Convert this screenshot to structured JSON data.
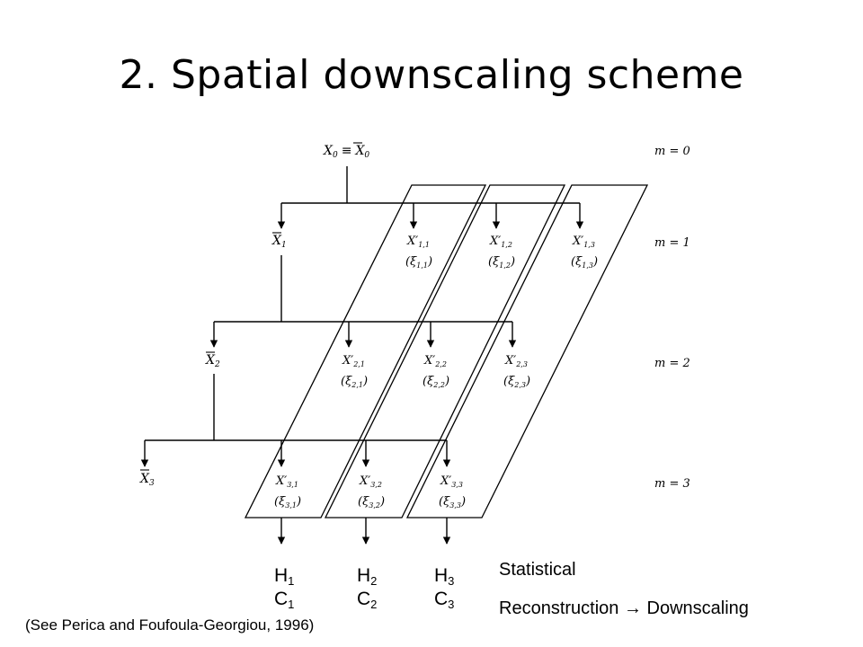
{
  "title": "2. Spatial downscaling scheme",
  "levels": [
    "m = 0",
    "m = 1",
    "m = 2",
    "m = 3"
  ],
  "root": {
    "lhs": "X",
    "lhs_sub": "0",
    "equiv": "≡",
    "rhs": "X",
    "rhs_sub": "0"
  },
  "means": [
    {
      "sym": "X",
      "sub": "1"
    },
    {
      "sym": "X",
      "sub": "2"
    },
    {
      "sym": "X",
      "sub": "3"
    }
  ],
  "fluct": [
    {
      "sym": "X′",
      "sub": "1,1",
      "xi": "(ξ",
      "xi_sub": "1,1",
      "close": ")"
    },
    {
      "sym": "X′",
      "sub": "1,2",
      "xi": "(ξ",
      "xi_sub": "1,2",
      "close": ")"
    },
    {
      "sym": "X′",
      "sub": "1,3",
      "xi": "(ξ",
      "xi_sub": "1,3",
      "close": ")"
    },
    {
      "sym": "X′",
      "sub": "2,1",
      "xi": "(ξ",
      "xi_sub": "2,1",
      "close": ")"
    },
    {
      "sym": "X′",
      "sub": "2,2",
      "xi": "(ξ",
      "xi_sub": "2,2",
      "close": ")"
    },
    {
      "sym": "X′",
      "sub": "2,3",
      "xi": "(ξ",
      "xi_sub": "2,3",
      "close": ")"
    },
    {
      "sym": "X′",
      "sub": "3,1",
      "xi": "(ξ",
      "xi_sub": "3,1",
      "close": ")"
    },
    {
      "sym": "X′",
      "sub": "3,2",
      "xi": "(ξ",
      "xi_sub": "3,2",
      "close": ")"
    },
    {
      "sym": "X′",
      "sub": "3,3",
      "xi": "(ξ",
      "xi_sub": "3,3",
      "close": ")"
    }
  ],
  "outputs": [
    {
      "h": "H",
      "h_sub": "1",
      "c": "C",
      "c_sub": "1"
    },
    {
      "h": "H",
      "h_sub": "2",
      "c": "C",
      "c_sub": "2"
    },
    {
      "h": "H",
      "h_sub": "3",
      "c": "C",
      "c_sub": "3"
    }
  ],
  "statistical": "Statistical",
  "reconstruction": "Reconstruction",
  "arrow_symbol": "→",
  "downscaling": "Downscaling",
  "citation": "(See Perica and Foufoula-Georgiou, 1996)"
}
